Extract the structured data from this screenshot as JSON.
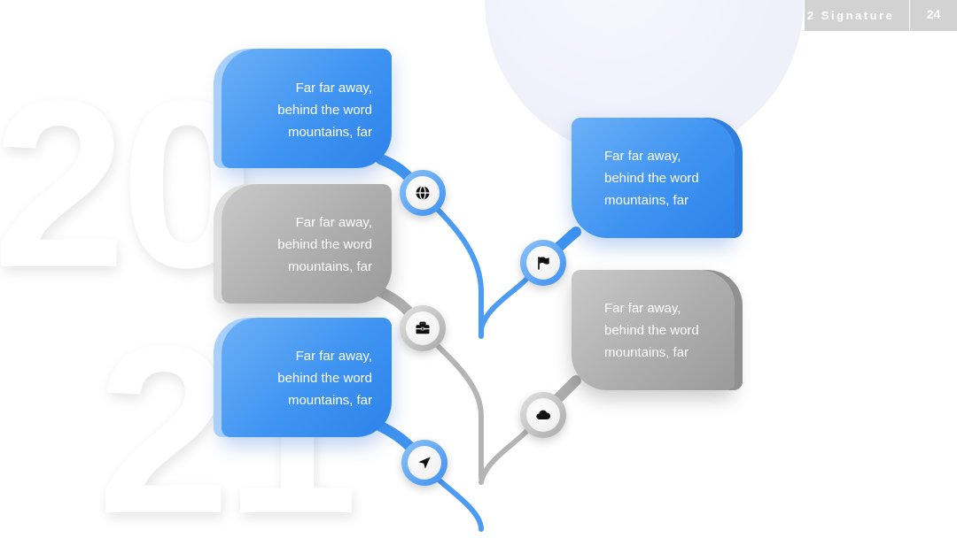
{
  "header": {
    "brand": "2 Signature",
    "page_number": "24"
  },
  "background": {
    "year_top": "20",
    "year_bottom": "21"
  },
  "colors": {
    "blue": "#3f94f1",
    "gray": "#aeaeae"
  },
  "items": [
    {
      "lines": [
        "Far far away,",
        "behind the word",
        "mountains, far"
      ],
      "icon": "globe-icon",
      "color": "blue"
    },
    {
      "lines": [
        "Far far away,",
        "behind the word",
        "mountains, far"
      ],
      "icon": "briefcase-icon",
      "color": "gray"
    },
    {
      "lines": [
        "Far far away,",
        "behind the word",
        "mountains, far"
      ],
      "icon": "send-arrow-icon",
      "color": "blue"
    },
    {
      "lines": [
        "Far far away,",
        "behind the word",
        "mountains, far"
      ],
      "icon": "flag-icon",
      "color": "blue"
    },
    {
      "lines": [
        "Far far away,",
        "behind the word",
        "mountains, far"
      ],
      "icon": "cloud-icon",
      "color": "gray"
    }
  ]
}
